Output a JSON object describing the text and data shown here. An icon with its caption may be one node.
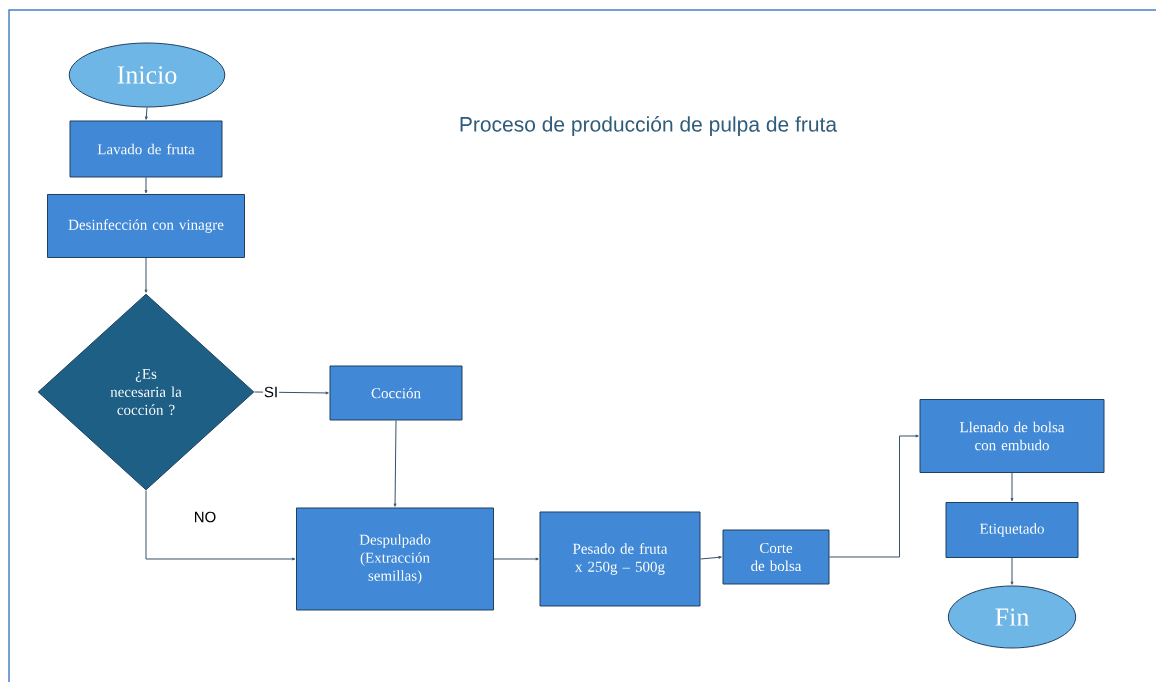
{
  "diagram": {
    "title": "Proceso de producción de pulpa de fruta",
    "nodes": [
      {
        "text": [
          "Inicio"
        ]
      },
      {
        "text": [
          "Lavado de fruta"
        ]
      },
      {
        "text": [
          "Desinfección con vinagre"
        ]
      },
      {
        "text": [
          "¿Es necesaria la cocción ?"
        ]
      },
      {
        "text": [
          "Cocción"
        ]
      },
      {
        "text": [
          "Despulpado (Extracción semillas)"
        ]
      },
      {
        "text": [
          "Pesado de fruta x 250g – 500g"
        ]
      },
      {
        "text": [
          "Corte de bolsa"
        ]
      },
      {
        "text": [
          "Llenado de bolsa con embudo"
        ]
      },
      {
        "text": [
          "Etiquetado"
        ]
      },
      {
        "text": [
          "Fin"
        ]
      }
    ],
    "edges": [
      {
        "from": 0,
        "to": 1,
        "arrow": "to"
      },
      {
        "from": 1,
        "to": 2,
        "arrow": "to"
      },
      {
        "from": 2,
        "to": 3,
        "arrow": "to"
      },
      {
        "from": 3,
        "to": 4,
        "arrow": "to",
        "label": "SI"
      },
      {
        "from": 4,
        "to": 5,
        "arrow": "to"
      },
      {
        "from": 3,
        "to": 5,
        "arrow": "to",
        "label": "NO"
      },
      {
        "from": 5,
        "to": 6,
        "arrow": "to"
      },
      {
        "from": 6,
        "to": 7,
        "arrow": "to"
      },
      {
        "from": 7,
        "to": 8,
        "arrow": "to"
      },
      {
        "from": 8,
        "to": 9,
        "arrow": "to"
      },
      {
        "from": 9,
        "to": 10,
        "arrow": "to"
      }
    ]
  }
}
